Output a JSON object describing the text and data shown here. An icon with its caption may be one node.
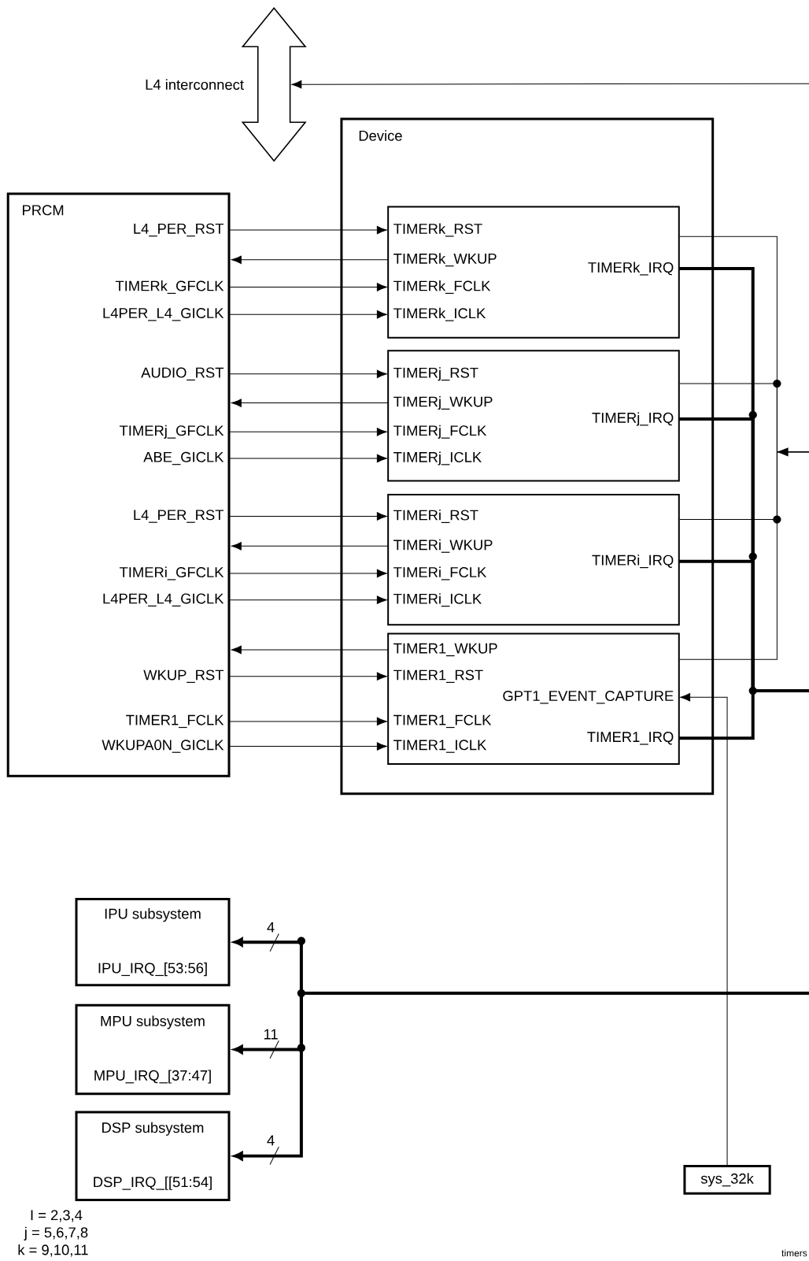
{
  "diagram": {
    "nodes": [
      {
        "text": [
          "L4 interconnect"
        ]
      },
      {
        "text": [
          "PRCM"
        ]
      },
      {
        "text": [
          "L4_PER_RST"
        ],
        "in": 1
      },
      {
        "text": [
          "TIMERk_GFCLK"
        ],
        "in": 1
      },
      {
        "text": [
          "L4PER_L4_GICLK"
        ],
        "in": 1
      },
      {
        "text": [
          "AUDIO_RST"
        ],
        "in": 1
      },
      {
        "text": [
          "TIMERj_GFCLK"
        ],
        "in": 1
      },
      {
        "text": [
          "ABE_GICLK"
        ],
        "in": 1
      },
      {
        "text": [
          "L4_PER_RST"
        ],
        "in": 1
      },
      {
        "text": [
          "TIMERi_GFCLK"
        ],
        "in": 1
      },
      {
        "text": [
          "L4PER_L4_GICLK"
        ],
        "in": 1
      },
      {
        "text": [
          "WKUP_RST"
        ],
        "in": 1
      },
      {
        "text": [
          "TIMER1_FCLK"
        ],
        "in": 1
      },
      {
        "text": [
          "WKUPA0N_GICLK"
        ],
        "in": 1
      },
      {
        "text": [
          "Device"
        ]
      },
      {
        "text": [],
        "shape": "box",
        "in": 14
      },
      {
        "text": [
          "TIMERk_RST"
        ],
        "in": 15
      },
      {
        "text": [
          "TIMERk_WKUP"
        ],
        "in": 15
      },
      {
        "text": [
          "TIMERk_FCLK"
        ],
        "in": 15
      },
      {
        "text": [
          "TIMERk_ICLK"
        ],
        "in": 15
      },
      {
        "text": [
          "TIMERk_IRQ"
        ],
        "in": 15
      },
      {
        "text": [],
        "shape": "box",
        "in": 14
      },
      {
        "text": [
          "TIMERj_RST"
        ],
        "in": 21
      },
      {
        "text": [
          "TIMERj_WKUP"
        ],
        "in": 21
      },
      {
        "text": [
          "TIMERj_FCLK"
        ],
        "in": 21
      },
      {
        "text": [
          "TIMERj_ICLK"
        ],
        "in": 21
      },
      {
        "text": [
          "TIMERj_IRQ"
        ],
        "in": 21
      },
      {
        "text": [],
        "shape": "box",
        "in": 14
      },
      {
        "text": [
          "TIMERi_RST"
        ],
        "in": 27
      },
      {
        "text": [
          "TIMERi_WKUP"
        ],
        "in": 27
      },
      {
        "text": [
          "TIMERi_FCLK"
        ],
        "in": 27
      },
      {
        "text": [
          "TIMERi_ICLK"
        ],
        "in": 27
      },
      {
        "text": [
          "TIMERi_IRQ"
        ],
        "in": 27
      },
      {
        "text": [],
        "shape": "box",
        "in": 14
      },
      {
        "text": [
          "TIMER1_WKUP"
        ],
        "in": 33
      },
      {
        "text": [
          "TIMER1_RST"
        ],
        "in": 33
      },
      {
        "text": [
          "GPT1_EVENT_CAPTURE"
        ],
        "in": 33
      },
      {
        "text": [
          "TIMER1_FCLK"
        ],
        "in": 33
      },
      {
        "text": [
          "TIMER1_ICLK"
        ],
        "in": 33
      },
      {
        "text": [
          "TIMER1_IRQ"
        ],
        "in": 33
      },
      {
        "text": [
          "IPU subsystem",
          "IPU_IRQ_[53:56]"
        ]
      },
      {
        "text": [
          "MPU subsystem",
          "MPU_IRQ_[37:47]"
        ]
      },
      {
        "text": [
          "DSP subsystem",
          "DSP_IRQ_[[51:54]"
        ]
      },
      {
        "text": [
          "sys_32k"
        ]
      }
    ],
    "edges": [
      {
        "from": null,
        "to": 0,
        "arrow": "to"
      },
      {
        "from": 2,
        "to": 16,
        "arrow": "to"
      },
      {
        "from": 3,
        "to": 18,
        "arrow": "to"
      },
      {
        "from": 4,
        "to": 19,
        "arrow": "to"
      },
      {
        "from": 5,
        "to": 22,
        "arrow": "to"
      },
      {
        "from": 6,
        "to": 24,
        "arrow": "to"
      },
      {
        "from": 7,
        "to": 25,
        "arrow": "to"
      },
      {
        "from": 8,
        "to": 28,
        "arrow": "to"
      },
      {
        "from": 9,
        "to": 30,
        "arrow": "to"
      },
      {
        "from": 10,
        "to": 31,
        "arrow": "to"
      },
      {
        "from": 11,
        "to": 35,
        "arrow": "to"
      },
      {
        "from": 12,
        "to": 37,
        "arrow": "to"
      },
      {
        "from": 13,
        "to": 38,
        "arrow": "to"
      },
      {
        "from": 17,
        "to": 1,
        "arrow": "to"
      },
      {
        "from": 23,
        "to": 1,
        "arrow": "to"
      },
      {
        "from": 29,
        "to": 1,
        "arrow": "to"
      },
      {
        "from": 34,
        "to": 1,
        "arrow": "to"
      },
      {
        "from": null,
        "to": 15,
        "arrow": "none"
      },
      {
        "from": null,
        "to": 21,
        "arrow": "none"
      },
      {
        "from": null,
        "to": 27,
        "arrow": "none"
      },
      {
        "from": null,
        "to": 33,
        "arrow": "none"
      },
      {
        "from": 20,
        "to": null,
        "arrow": "none",
        "style": "thick"
      },
      {
        "from": 26,
        "to": null,
        "arrow": "none",
        "style": "thick"
      },
      {
        "from": 32,
        "to": null,
        "arrow": "none",
        "style": "thick"
      },
      {
        "from": 39,
        "to": null,
        "arrow": "none",
        "style": "thick"
      },
      {
        "from": null,
        "to": 40,
        "arrow": "to",
        "style": "thick",
        "label": "4"
      },
      {
        "from": null,
        "to": 41,
        "arrow": "to",
        "style": "thick",
        "label": "11"
      },
      {
        "from": null,
        "to": 42,
        "arrow": "to",
        "style": "thick",
        "label": "4"
      },
      {
        "from": 43,
        "to": 36,
        "arrow": "to"
      }
    ],
    "labels": [
      "I = 2,3,4",
      "j = 5,6,7,8",
      "k = 9,10,11",
      "timers"
    ]
  }
}
